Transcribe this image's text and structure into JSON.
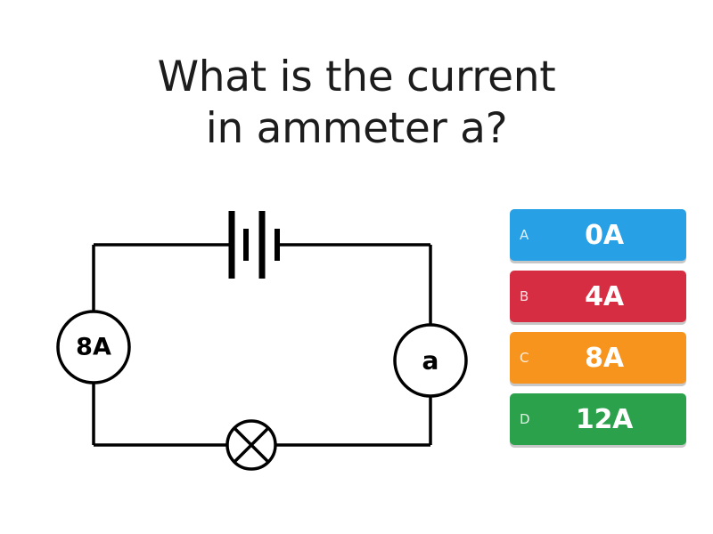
{
  "question": {
    "line1": "What is the current",
    "line2": "in ammeter a?"
  },
  "circuit": {
    "ammeter_left_label": "8A",
    "ammeter_right_label": "a",
    "components": [
      "battery",
      "ammeter-8A",
      "ammeter-a",
      "lamp"
    ],
    "wire_color": "#000000",
    "background": "#ffffff"
  },
  "answers": [
    {
      "letter": "A",
      "text": "0A",
      "color": "#27a0e5"
    },
    {
      "letter": "B",
      "text": "4A",
      "color": "#d62d42"
    },
    {
      "letter": "C",
      "text": "8A",
      "color": "#f7941e"
    },
    {
      "letter": "D",
      "text": "12A",
      "color": "#2aa14a"
    }
  ]
}
